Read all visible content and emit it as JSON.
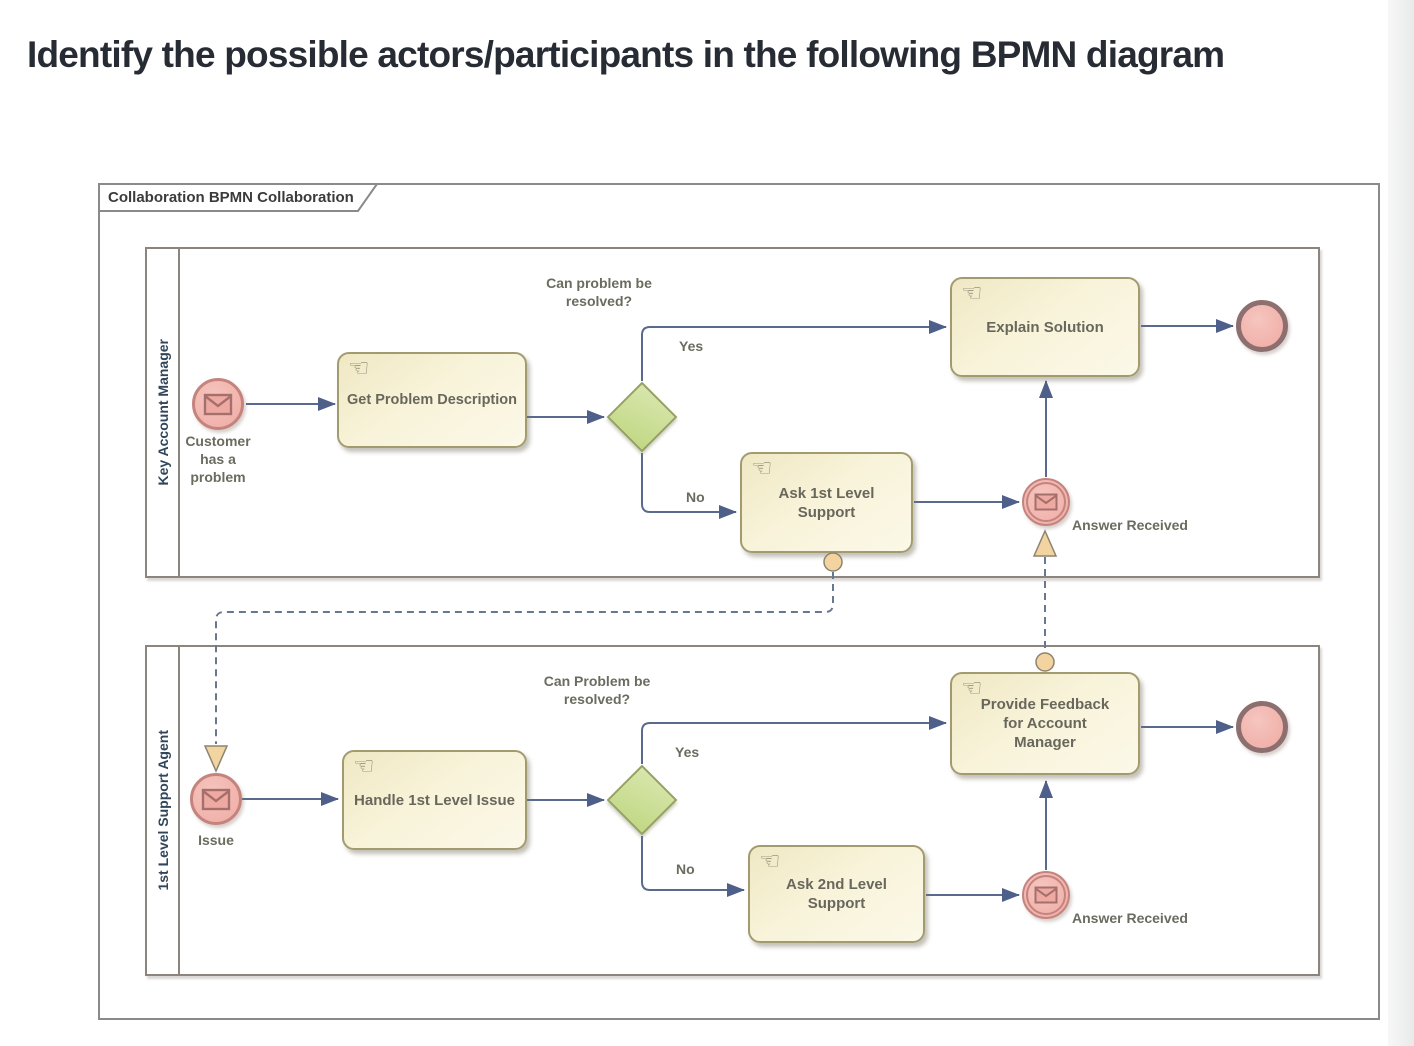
{
  "page": {
    "title": "Identify the possible actors/participants in the following BPMN diagram"
  },
  "diagram": {
    "tab_label": "Collaboration BPMN Collaboration",
    "icons": {
      "manual_task": "☜",
      "message_event": "envelope",
      "gateway": "green-diamond",
      "message_flow_marker": "tan-triangle-and-circle"
    },
    "colors": {
      "task_fill": "#f8f3d9",
      "task_border": "#a39b70",
      "event_fill": "#f2b3ad",
      "event_border": "#c5837e",
      "end_event_border": "#8d6f6f",
      "gateway_fill": "#cde09c",
      "gateway_border": "#96a161",
      "sequence_flow": "#5a6a8e",
      "message_flow": "#68788f",
      "message_marker_fill": "#f3d4a1",
      "lane_border": "#8b857e"
    },
    "lanes": [
      {
        "label": "Key Account Manager",
        "start_event_label": "Customer has a problem",
        "gateway_question": "Can problem be resolved?",
        "yes_label": "Yes",
        "no_label": "No",
        "tasks": [
          {
            "label": "Get Problem Description"
          },
          {
            "label": "Explain Solution"
          },
          {
            "label": "Ask 1st Level Support"
          }
        ],
        "intermediate_event_label": "Answer Received"
      },
      {
        "label": "1st Level Support Agent",
        "start_event_label": "Issue",
        "gateway_question": "Can Problem be resolved?",
        "yes_label": "Yes",
        "no_label": "No",
        "tasks": [
          {
            "label": "Handle 1st Level Issue"
          },
          {
            "label": "Provide Feedback for Account Manager"
          },
          {
            "label": "Ask 2nd Level Support"
          }
        ],
        "intermediate_event_label": "Answer Received"
      }
    ]
  }
}
